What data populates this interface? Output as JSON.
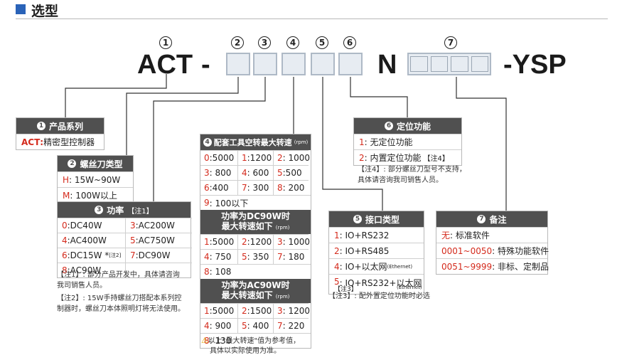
{
  "header": {
    "title": "选型"
  },
  "model": {
    "prefix": "ACT",
    "dash": "-",
    "mid_letter": "N",
    "suffix": "-YSP",
    "markers": [
      "1",
      "2",
      "3",
      "4",
      "5",
      "6",
      "7"
    ]
  },
  "box1": {
    "num": "1",
    "title": "产品系列",
    "code": "ACT",
    "colon": ": ",
    "desc": "精密型控制器"
  },
  "box2": {
    "num": "2",
    "title": "螺丝刀类型",
    "rows": [
      {
        "code": "H",
        "text": ": 15W~90W"
      },
      {
        "code": "M",
        "text": ": 100W以上"
      }
    ]
  },
  "box3": {
    "num": "3",
    "title": "功率",
    "title_note": "【注1】",
    "cells": [
      {
        "code": "0",
        "text": ":DC40W"
      },
      {
        "code": "3",
        "text": ":AC200W"
      },
      {
        "code": "4",
        "text": ":AC400W"
      },
      {
        "code": "5",
        "text": ":AC750W"
      },
      {
        "code": "6",
        "text": ":DC15W *",
        "note": "[注2]"
      },
      {
        "code": "7",
        "text": ":DC90W"
      },
      {
        "code": "8",
        "text": ":AC90W"
      },
      {
        "code": "",
        "text": ""
      }
    ],
    "notes": [
      "【注1】: 部分产品开发中，具体请咨询",
      "我司销售人员。",
      "【注2】: 15W手持螺丝刀搭配本系列控",
      "制器时，螺丝刀本体照明灯将无法使用。"
    ]
  },
  "box4": {
    "num": "4",
    "title": "配套工具空转最大转速",
    "unit": "(rpm)",
    "cells": [
      {
        "code": "0",
        "text": ":5000"
      },
      {
        "code": "1",
        "text": ":1200"
      },
      {
        "code": "2",
        "text": ": 1000"
      },
      {
        "code": "3",
        "text": ": 800"
      },
      {
        "code": "4",
        "text": ": 600"
      },
      {
        "code": "5",
        "text": ":500"
      },
      {
        "code": "6",
        "text": ":400"
      },
      {
        "code": "7",
        "text": ": 300"
      },
      {
        "code": "8",
        "text": ": 200"
      }
    ],
    "last": {
      "code": "9",
      "text": ": 100以下"
    },
    "dc_title1": "功率为DC90W时",
    "dc_title2": "最大转速如下",
    "dc_unit": "(rpm)",
    "dc_cells": [
      {
        "code": "1",
        "text": ":5000"
      },
      {
        "code": "2",
        "text": ":1200"
      },
      {
        "code": "3",
        "text": ": 1000"
      },
      {
        "code": "4",
        "text": ": 750"
      },
      {
        "code": "5",
        "text": ": 350"
      },
      {
        "code": "7",
        "text": ": 180"
      }
    ],
    "dc_last": {
      "code": "8",
      "text": ": 108"
    },
    "ac_title1": "功率为AC90W时",
    "ac_title2": "最大转速如下",
    "ac_unit": "(rpm)",
    "ac_cells": [
      {
        "code": "1",
        "text": ":5000"
      },
      {
        "code": "2",
        "text": ":1500"
      },
      {
        "code": "3",
        "text": ": 1200"
      },
      {
        "code": "4",
        "text": ": 900"
      },
      {
        "code": "5",
        "text": ": 400"
      },
      {
        "code": "7",
        "text": ": 220"
      }
    ],
    "ac_last": {
      "code": "8",
      "text": ": 130"
    },
    "warn1": "以上\"最大转速\"值为参考值，",
    "warn2": "具体以实际使用为准。"
  },
  "box5": {
    "num": "5",
    "title": "接口类型",
    "rows": [
      {
        "code": "1",
        "text": ": IO+RS232"
      },
      {
        "code": "2",
        "text": ": IO+RS485"
      },
      {
        "code": "4",
        "text": ": IO+以太网",
        "sub": "(Ethernet)"
      },
      {
        "code": "5",
        "text": ": IO+RS232+以太网",
        "sub": "(Ethernet)",
        "note": "【注3】"
      }
    ],
    "footnote": "【注3】: 配外置定位功能时必选"
  },
  "box6": {
    "num": "6",
    "title": "定位功能",
    "rows": [
      {
        "code": "1",
        "text": ": 无定位功能"
      },
      {
        "code": "2",
        "text": ": 内置定位功能",
        "note": "【注4】"
      }
    ],
    "notes": [
      "【注4】: 部分螺丝刀型号不支持，",
      "具体请咨询我司销售人员。"
    ]
  },
  "box7": {
    "num": "7",
    "title": "备注",
    "rows": [
      {
        "code": "无",
        "text": ": 标准软件"
      },
      {
        "code": "0001~0050",
        "text": ": 特殊功能软件"
      },
      {
        "code": "0051~9999",
        "text": ": 非标、定制品"
      }
    ]
  },
  "colors": {
    "accent": "#2a63b8",
    "code_red": "#d42a1c",
    "header_bg": "#505050"
  }
}
